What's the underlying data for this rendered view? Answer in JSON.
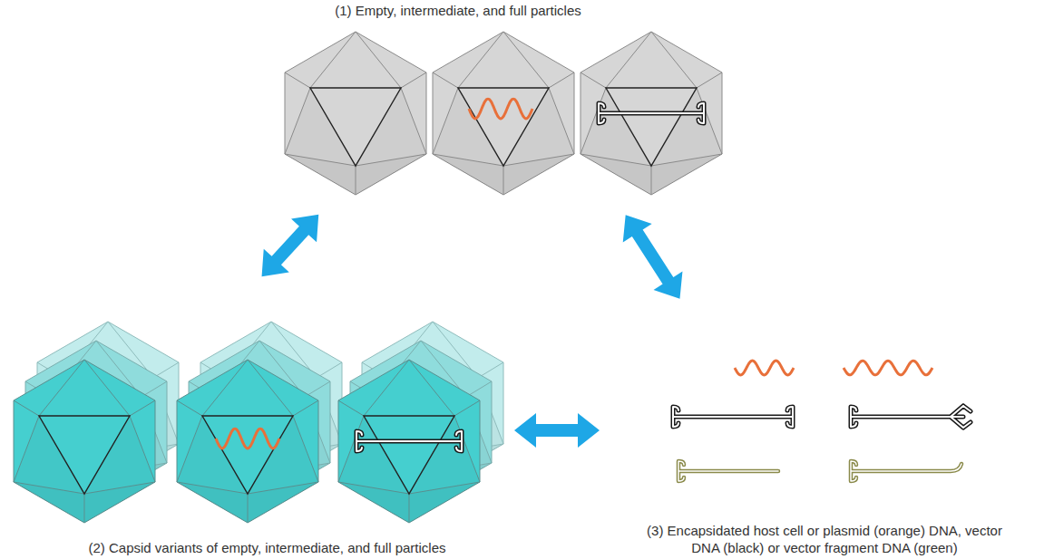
{
  "diagram": {
    "nodes": [
      {
        "text": [
          "(1) Empty, intermediate, and full particles"
        ]
      },
      {
        "text": [
          "(2) Capsid variants of empty, intermediate, and full particles"
        ]
      },
      {
        "text": [
          "(3) Encapsidated host cell or plasmid (orange) DNA, vector DNA (black) or vector fragment DNA (green)"
        ]
      }
    ],
    "edges": [
      {
        "from": 0,
        "to": 1,
        "arrow": "both"
      },
      {
        "from": 0,
        "to": 2,
        "arrow": "both"
      },
      {
        "from": 1,
        "to": 2,
        "arrow": "both"
      }
    ]
  }
}
